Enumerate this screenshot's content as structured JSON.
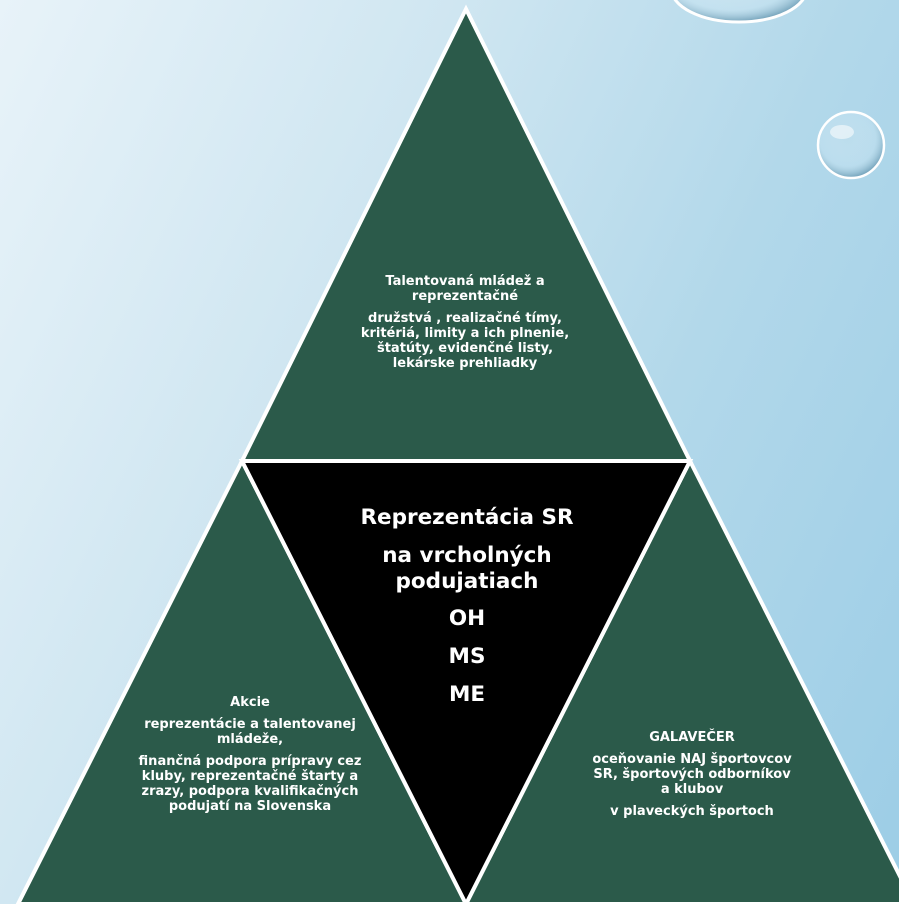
{
  "colors": {
    "triangle_green": "#2b5a4a",
    "center_black": "#000000",
    "outline_white": "#ffffff",
    "text_white": "#ffffff"
  },
  "decorations": [
    "water-droplet-large",
    "water-droplet-small"
  ],
  "diagram": {
    "top": {
      "title": "Talentovaná mládež a reprezentačné",
      "body": "družstvá , realizačné tímy, kritériá, limity a ich plnenie, štatúty, evidenčné listy, lekárske prehliadky"
    },
    "center": {
      "line1": "Reprezentácia SR",
      "line2": "na vrcholných podujatiach",
      "line3": "OH",
      "line4": "MS",
      "line5": "ME"
    },
    "left": {
      "title": "Akcie",
      "line1": "reprezentácie a talentovanej mládeže,",
      "line2": "finančná podpora prípravy cez kluby, reprezentačné štarty a zrazy, podpora kvalifikačných podujatí na Slovenska"
    },
    "right": {
      "title": "GALAVEČER",
      "line1": "oceňovanie NAJ športovcov SR, športových odborníkov a klubov",
      "line2": "v plaveckých športoch"
    }
  }
}
